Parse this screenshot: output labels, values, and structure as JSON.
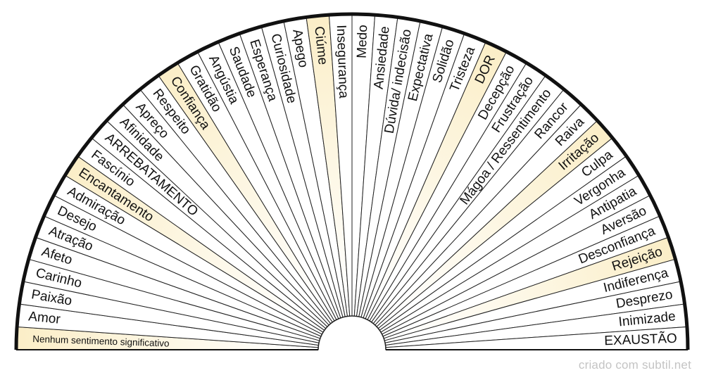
{
  "chart_data": {
    "type": "radial-sector-chart",
    "sectors": [
      {
        "label": "Nenhum sentimento significativo",
        "highlight": true
      },
      {
        "label": "Amor"
      },
      {
        "label": "Paixão"
      },
      {
        "label": "Carinho"
      },
      {
        "label": "Afeto"
      },
      {
        "label": "Atração"
      },
      {
        "label": "Desejo"
      },
      {
        "label": "Admiração"
      },
      {
        "label": "Encantamento",
        "highlight": true
      },
      {
        "label": "Fascínio"
      },
      {
        "label": "ARREBATAMENTO"
      },
      {
        "label": "Afinidade"
      },
      {
        "label": "Apreço"
      },
      {
        "label": "Respeito"
      },
      {
        "label": "Confiança",
        "highlight": true
      },
      {
        "label": "Gratidão"
      },
      {
        "label": "Angústia"
      },
      {
        "label": "Saudade"
      },
      {
        "label": "Esperança"
      },
      {
        "label": "Curiosidade"
      },
      {
        "label": "Apego"
      },
      {
        "label": "Ciúme",
        "highlight": true
      },
      {
        "label": "Insegurança"
      },
      {
        "label": "Medo"
      },
      {
        "label": "Ansiedade"
      },
      {
        "label": "Dúvida/ indecisão"
      },
      {
        "label": "Expectativa"
      },
      {
        "label": "Solidão"
      },
      {
        "label": "Tristeza"
      },
      {
        "label": "DOR",
        "highlight": true
      },
      {
        "label": "Decepção"
      },
      {
        "label": "Frustração"
      },
      {
        "label": "Mágoa / Ressentimento"
      },
      {
        "label": "Rancor"
      },
      {
        "label": "Raiva"
      },
      {
        "label": "Irritação",
        "highlight": true
      },
      {
        "label": "Culpa"
      },
      {
        "label": "Vergonha"
      },
      {
        "label": "Antipatia"
      },
      {
        "label": "Aversão"
      },
      {
        "label": "Desconfiança"
      },
      {
        "label": "Rejeição",
        "highlight": true
      },
      {
        "label": "Indiferença"
      },
      {
        "label": "Desprezo"
      },
      {
        "label": "Inimizade"
      },
      {
        "label": "EXAUSTÃO"
      }
    ],
    "colors": {
      "highlight": "#fbeec7",
      "line": "#222222",
      "outline": "#111111",
      "background": "#ffffff"
    }
  },
  "footer": {
    "credit": "criado com subtil.net"
  }
}
